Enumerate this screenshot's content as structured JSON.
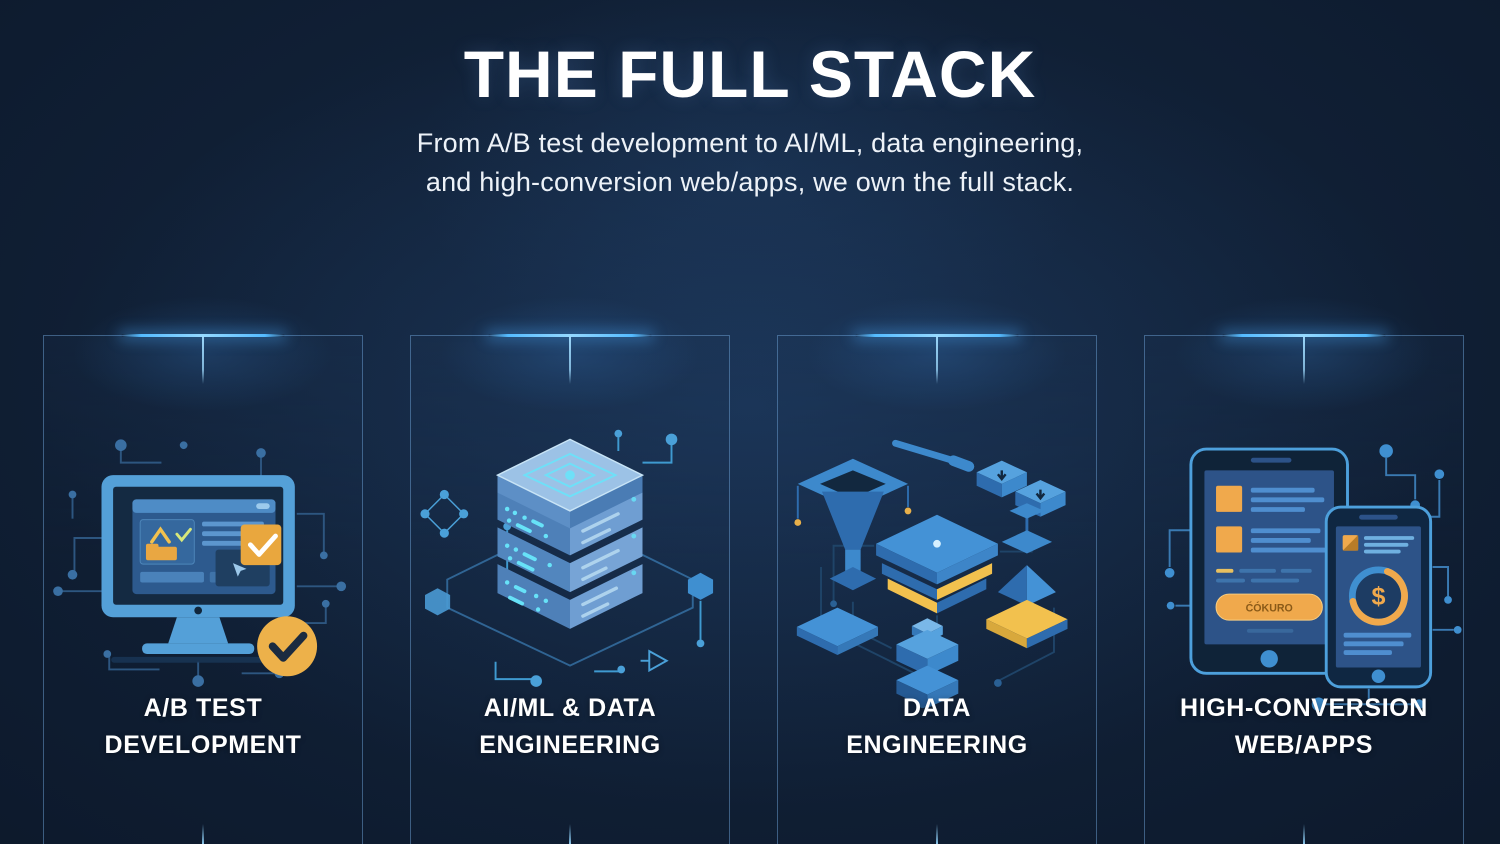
{
  "header": {
    "title": "THE FULL STACK",
    "subtitle_line1": "From A/B test development to AI/ML, data engineering,",
    "subtitle_line2": "and high-conversion web/apps, we own the full stack."
  },
  "cards": [
    {
      "id": "ab-test-development",
      "icon": "monitor-ab-test-icon",
      "label_line1": "A/B TEST",
      "label_line2": "DEVELOPMENT"
    },
    {
      "id": "ai-ml-data-engineering",
      "icon": "server-stack-icon",
      "label_line1": "AI/ML & DATA",
      "label_line2": "ENGINEERING"
    },
    {
      "id": "data-engineering",
      "icon": "data-pipeline-icon",
      "label_line1": "DATA",
      "label_line2": "ENGINEERING"
    },
    {
      "id": "high-conversion-web-apps",
      "icon": "tablet-phone-icon",
      "label_line1": "HIGH-CONVERSION",
      "label_line2": "WEB/APPS"
    }
  ],
  "illustrations": {
    "phone_currency_symbol": "$",
    "tablet_button_label": "ĆÓKURO"
  },
  "colors": {
    "background_dark": "#0a1322",
    "background_glow": "#1d3350",
    "card_border": "#6ca0d4",
    "connector_glow": "#55bdff",
    "accent_blue": "#4da0dc",
    "accent_amber": "#edb14a",
    "text_primary": "#ffffff"
  }
}
